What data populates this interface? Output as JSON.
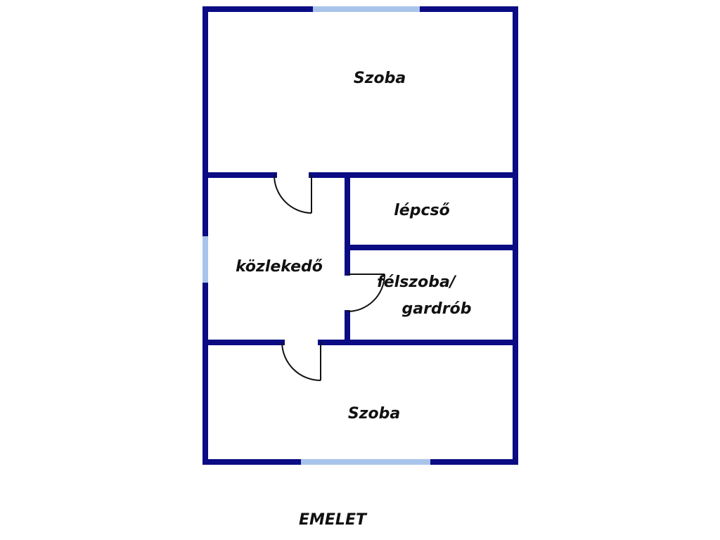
{
  "plan": {
    "rooms": {
      "top_room": "Szoba",
      "stairs": "lépcső",
      "hallway": "közlekedő",
      "half_room_line1": "félszoba/",
      "half_room_line2": "gardrób",
      "bottom_room": "Szoba"
    },
    "floor_label": "EMELET",
    "colors": {
      "wall": "#0b0b84",
      "window": "#a9c4ea"
    }
  }
}
